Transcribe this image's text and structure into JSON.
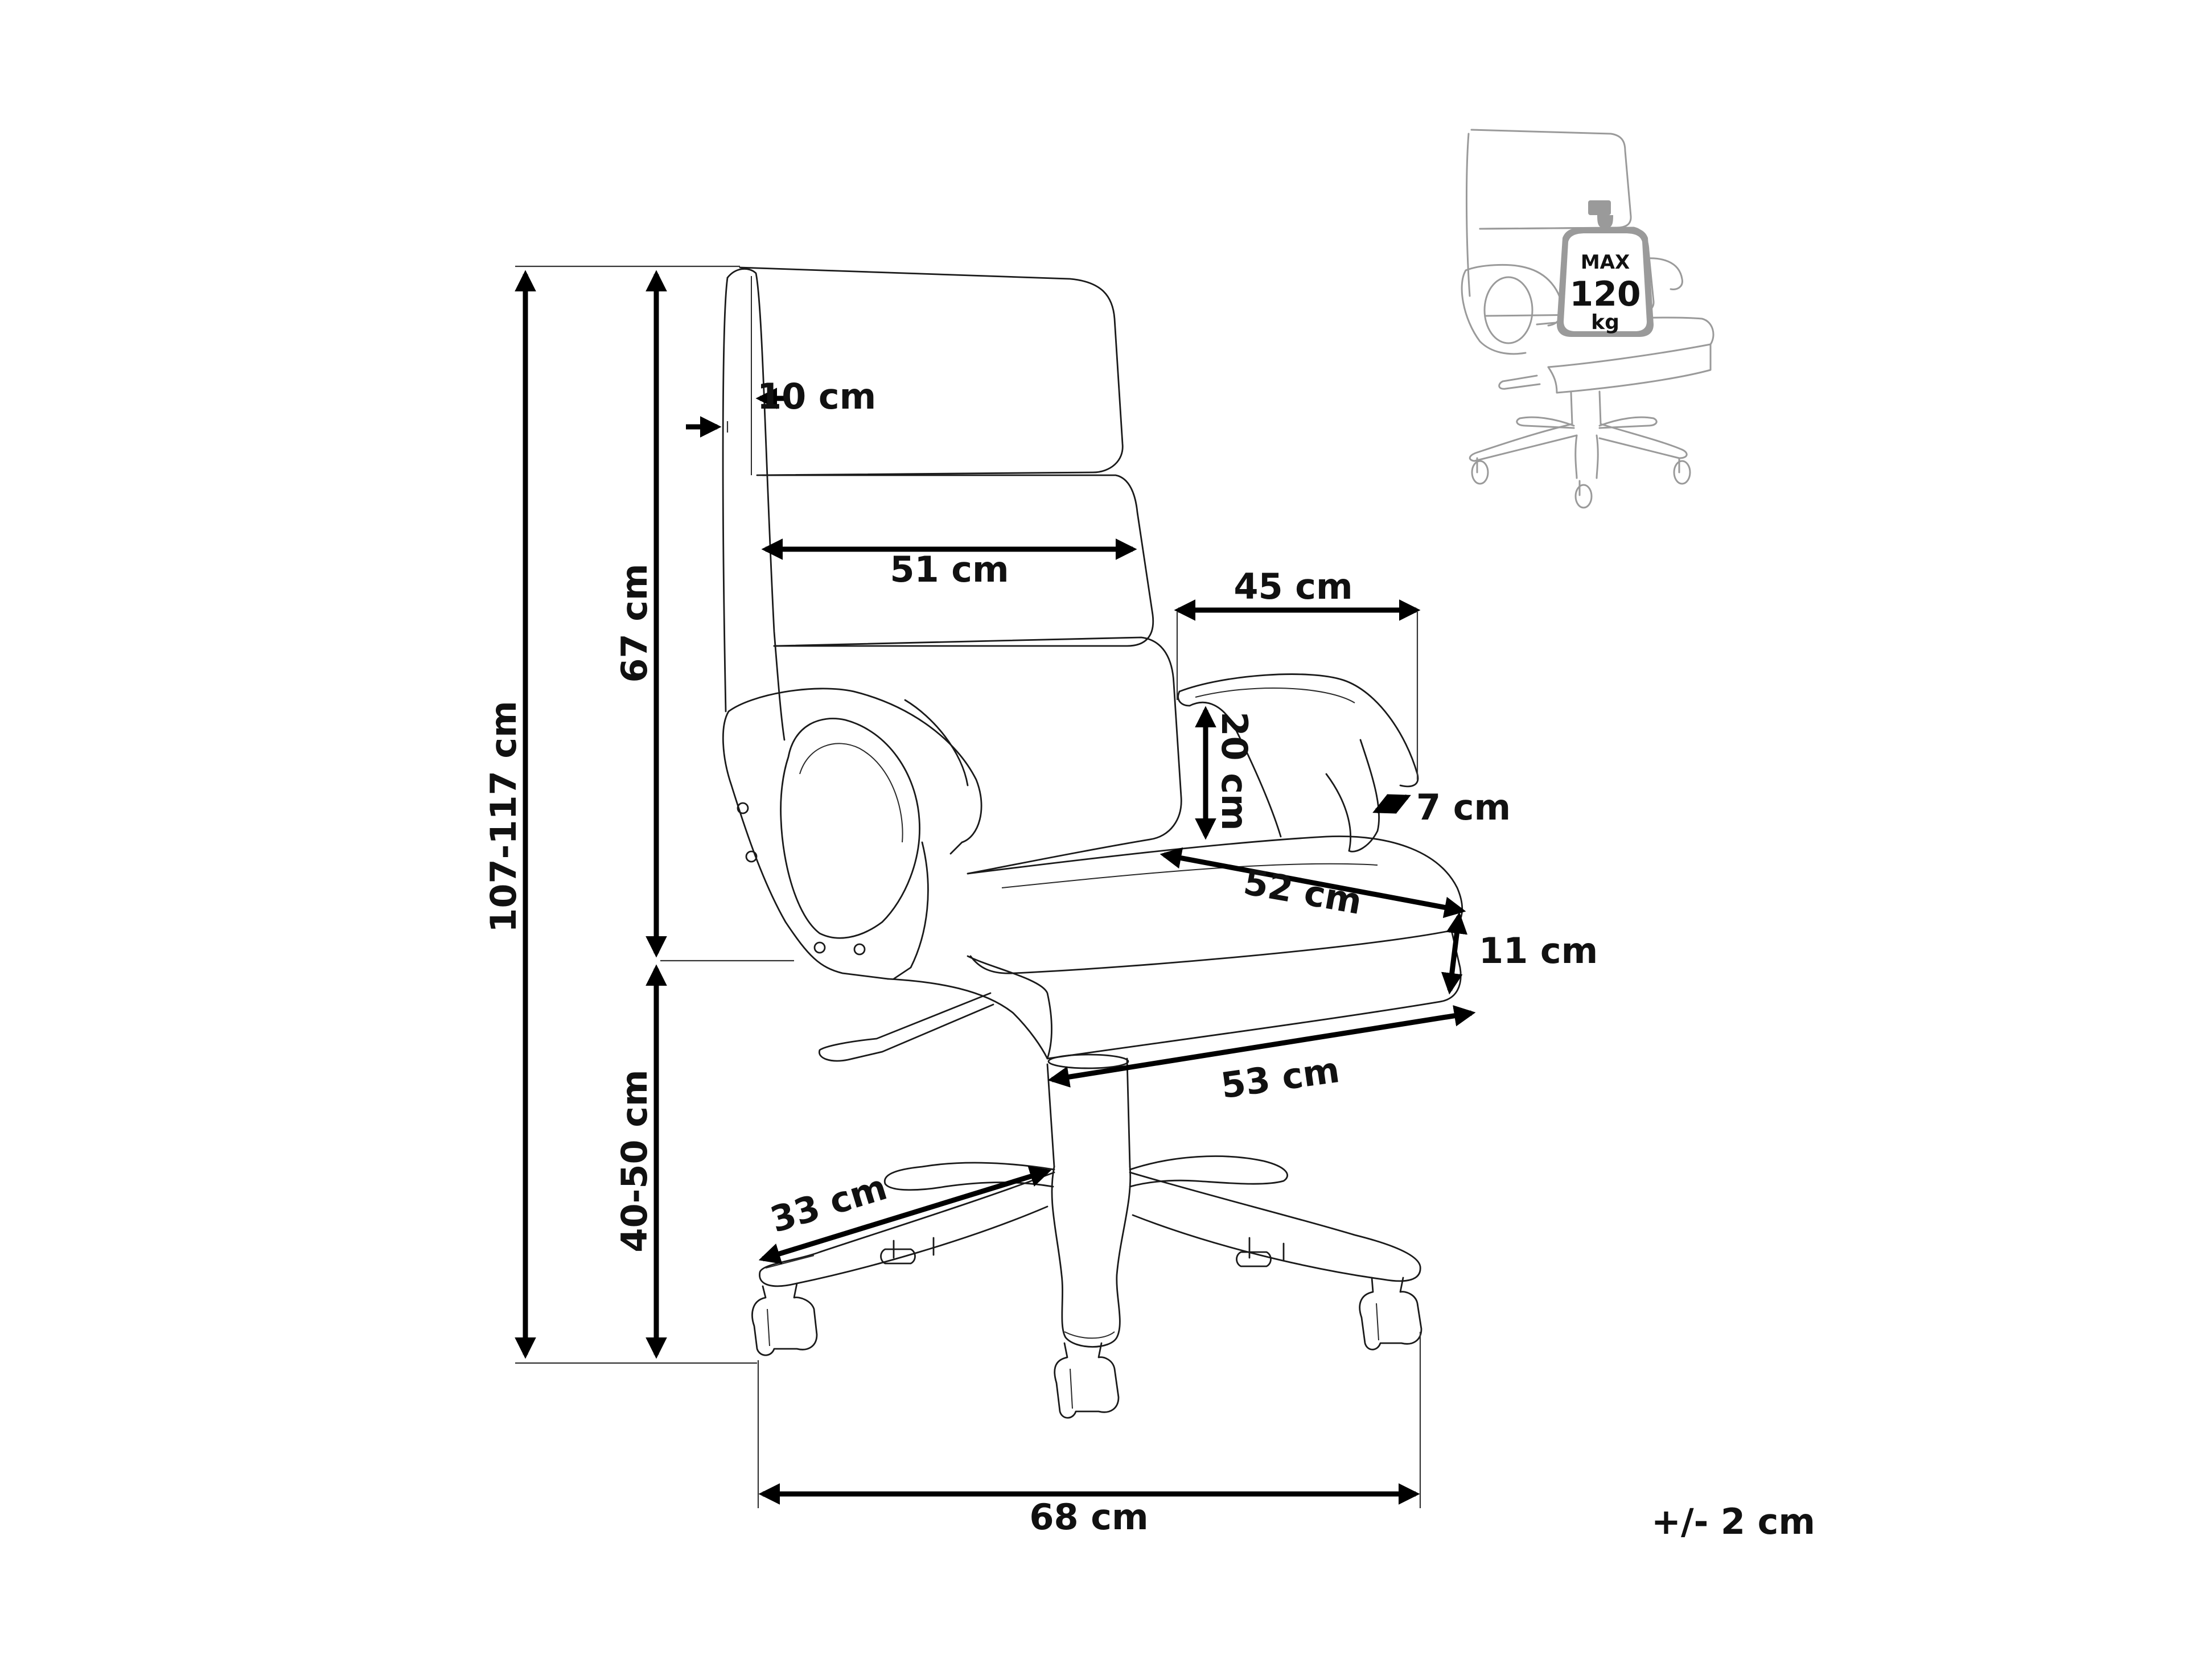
{
  "dimensions": {
    "total_height": "107-117 cm",
    "backrest_height": "67 cm",
    "seat_height": "40-50 cm",
    "backrest_thickness": "10 cm",
    "backrest_width": "51 cm",
    "armrest_length": "45 cm",
    "armrest_height": "20 cm",
    "armrest_width": "7 cm",
    "seat_depth": "52 cm",
    "seat_thickness": "11 cm",
    "seat_width": "53 cm",
    "base_radius": "33 cm",
    "base_width": "68 cm"
  },
  "tolerance": "+/- 2 cm",
  "max_load": {
    "label_top": "MAX",
    "value": "120",
    "unit": "kg"
  },
  "colors": {
    "line": "#1a1a1a",
    "dimension_arrow": "#000000",
    "inset_gray": "#9a9a9a"
  }
}
